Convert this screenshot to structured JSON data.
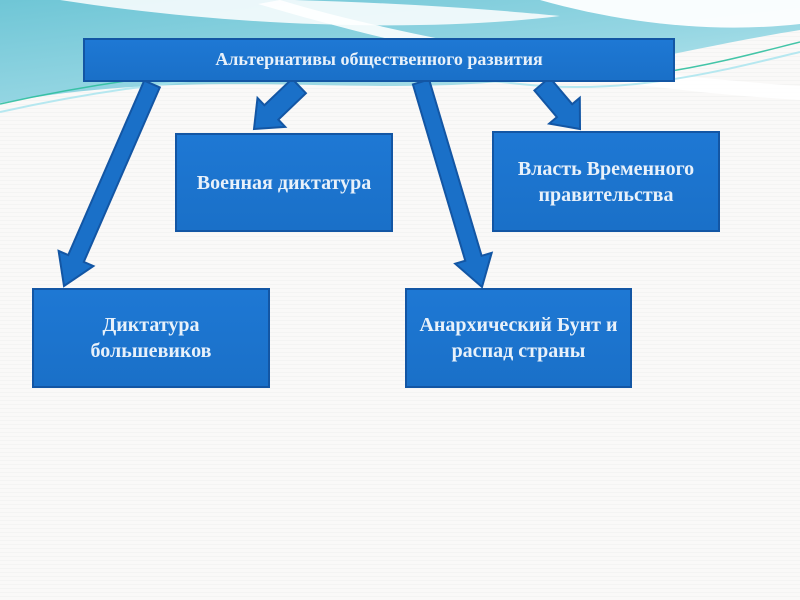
{
  "slide": {
    "type": "presentation-slide-diagram",
    "title": "Альтернативы общественного развития"
  },
  "diagram": {
    "root": {
      "id": "root",
      "label": "Альтернативы общественного развития"
    },
    "nodes": [
      {
        "id": "military-dictatorship",
        "label": "Военная диктатура"
      },
      {
        "id": "provisional-government",
        "label": "Власть Временного правительства"
      },
      {
        "id": "bolshevik-dictatorship",
        "label": "Диктатура большевиков"
      },
      {
        "id": "anarchic-revolt",
        "label": "Анархический Бунт и распад страны"
      }
    ],
    "connections": [
      {
        "from": "root",
        "to": "bolshevik-dictatorship"
      },
      {
        "from": "root",
        "to": "military-dictatorship"
      },
      {
        "from": "root",
        "to": "anarchic-revolt"
      },
      {
        "from": "root",
        "to": "provisional-government"
      }
    ],
    "colors": {
      "node_fill": "#1A70C8",
      "node_fill_light": "#1E78D4",
      "node_border": "#1356A4",
      "node_text": "#E8F1FA",
      "wave_teal_top": "#6FC6D6",
      "wave_teal_bottom": "#BCE8EE",
      "wave_blue_right": "#8FC9E6",
      "accent_green": "#2FBF9F",
      "accent_cyan": "#A5E4EE"
    }
  }
}
